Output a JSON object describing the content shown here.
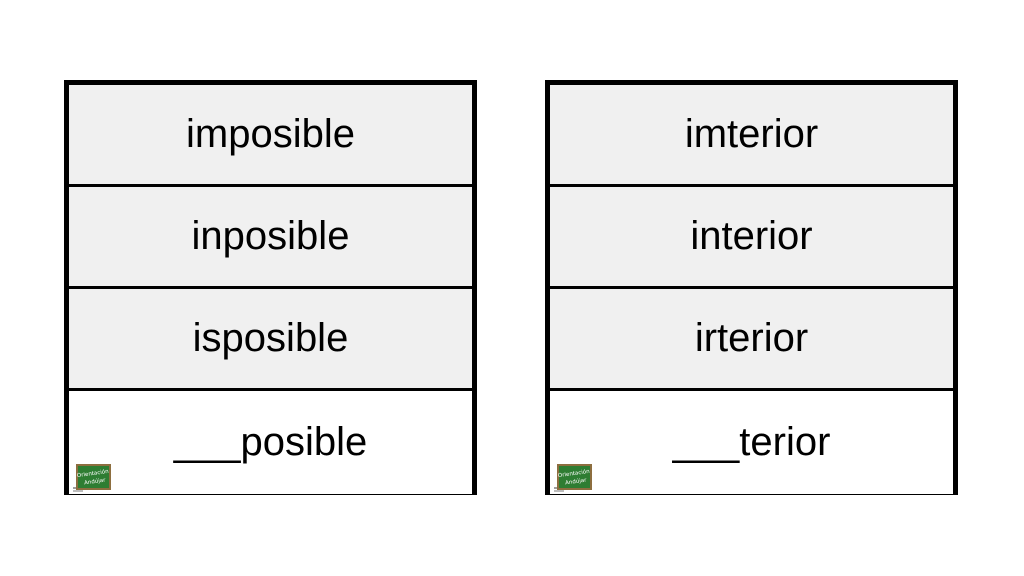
{
  "cards": [
    {
      "options": [
        "imposible",
        "inposible",
        "isposible"
      ],
      "answer": "___posible"
    },
    {
      "options": [
        "imterior",
        "interior",
        "irterior"
      ],
      "answer": "___terior"
    }
  ],
  "logo": {
    "line1": "Orientación",
    "line2": "Andújar",
    "board_color": "#2e7d32",
    "frame_color": "#8d6e3f"
  }
}
